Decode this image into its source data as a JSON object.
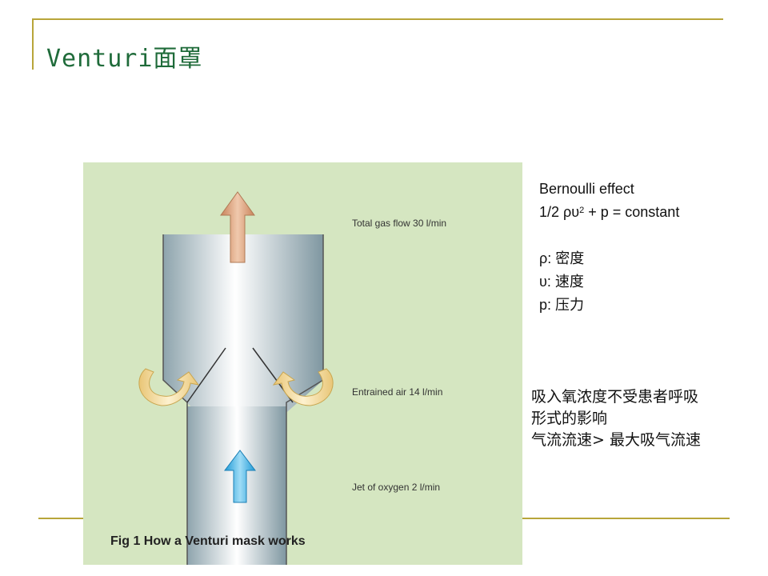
{
  "title": "Venturi面罩",
  "figure": {
    "labels": {
      "total": "Total gas flow 30 l/min",
      "entrained": "Entrained air 14 l/min",
      "jet": "Jet of oxygen 2 l/min"
    },
    "caption": "Fig 1 How a Venturi mask works"
  },
  "equation": {
    "heading": "Bernoulli effect",
    "formula_prefix": "1/2 ρυ",
    "formula_sup": "2",
    "formula_suffix": " + p = constant",
    "rho": "ρ: 密度",
    "upsilon": "υ: 速度",
    "p": "p: 压力"
  },
  "notes": [
    "吸入氧浓度不受患者呼吸",
    "形式的影响",
    "气流流速> 最大吸气流速"
  ],
  "colors": {
    "accent_line": "#b8a53a",
    "title": "#1f6b3a",
    "figure_bg": "#d5e6c1",
    "oxygen_arrow": "#3aaee0",
    "output_arrow": "#d9a27e",
    "air_arrow": "#f3d699"
  }
}
